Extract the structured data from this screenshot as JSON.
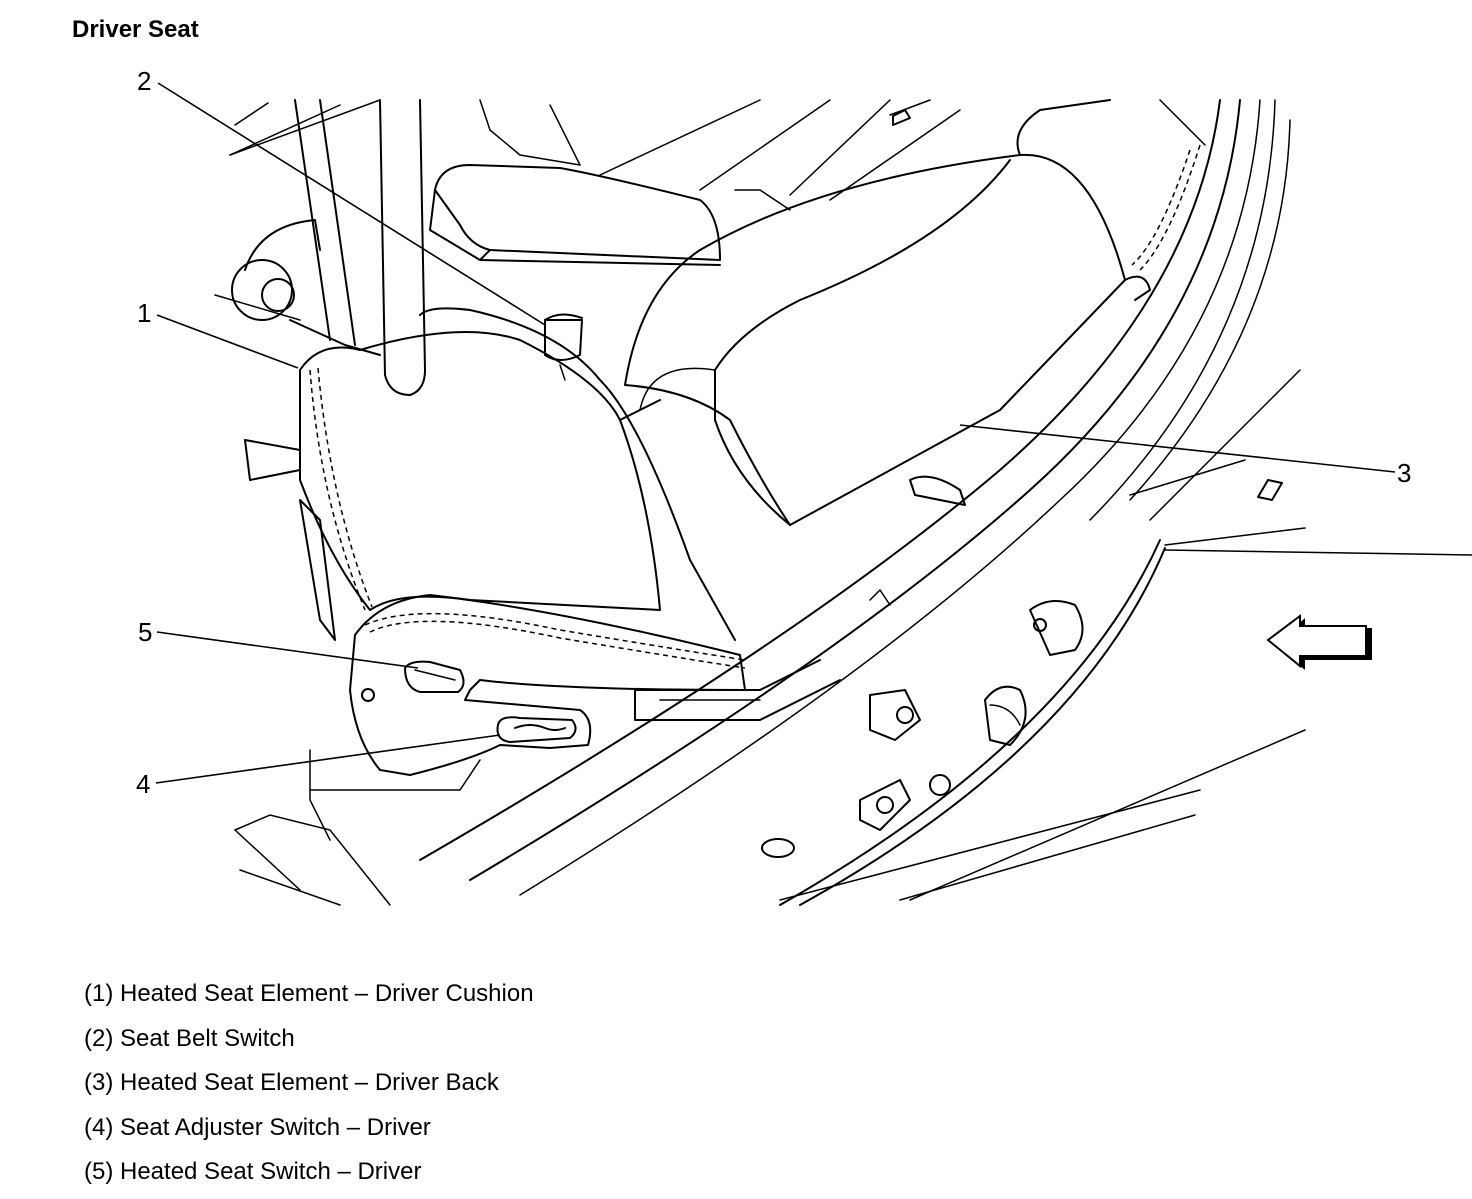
{
  "title": "Driver Seat",
  "callouts": [
    {
      "number": "1",
      "label": "Heated Seat Element – Driver Cushion"
    },
    {
      "number": "2",
      "label": "Seat Belt Switch"
    },
    {
      "number": "3",
      "label": "Heated Seat Element – Driver Back"
    },
    {
      "number": "4",
      "label": "Seat Adjuster Switch – Driver"
    },
    {
      "number": "5",
      "label": "Heated Seat Switch – Driver"
    }
  ],
  "legend": [
    "(1) Heated Seat Element – Driver Cushion",
    "(2) Seat Belt Switch",
    "(3) Heated Seat Element – Driver Back",
    "(4) Seat Adjuster Switch – Driver",
    "(5) Heated Seat Switch – Driver"
  ],
  "arrow_icon": "left-arrow-icon"
}
